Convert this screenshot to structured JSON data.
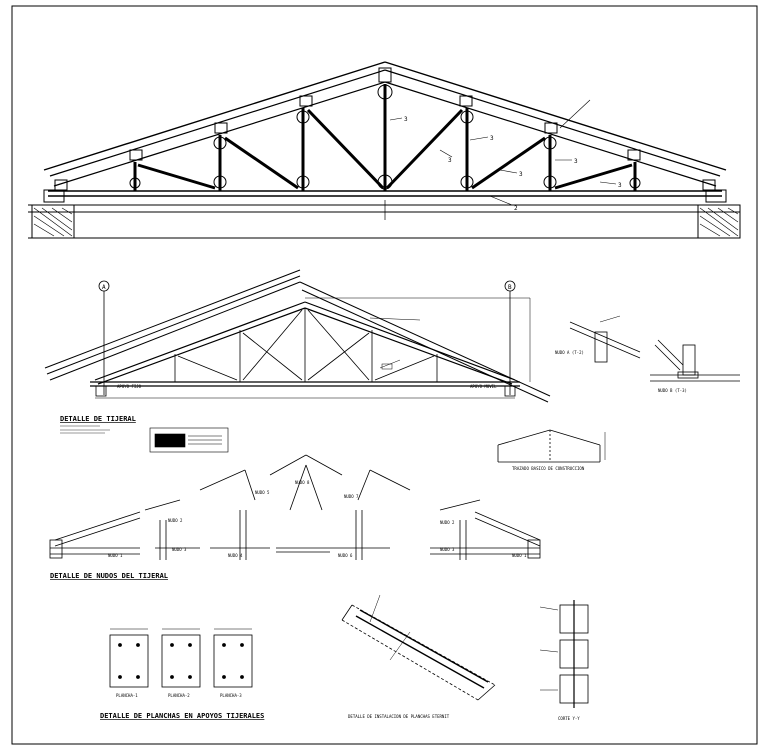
{
  "labels": {
    "member_2": "2",
    "member_3": "3",
    "grid_a": "A",
    "grid_b": "B",
    "apoyo_fijo": "APOYO FIJO",
    "apoyo_movil": "APOYO MOVIL",
    "nudo_a": "NUDO A (T-2)",
    "nudo_b": "NUDO B (T-3)",
    "nudo_1": "NUDO 1",
    "nudo_2": "NUDO 2",
    "nudo_3": "NUDO 3",
    "nudo_4": "NUDO 4",
    "nudo_5": "NUDO 5",
    "nudo_6": "NUDO 6",
    "nudo_7": "NUDO 7",
    "nudo_8": "NUDO 8",
    "plancha_1": "PLANCHA-1",
    "plancha_2": "PLANCHA-2",
    "plancha_3": "PLANCHA-3"
  },
  "titles": {
    "tijeral": "DETALLE DE TIJERAL",
    "nudos": "DETALLE DE NUDOS DEL TIJERAL",
    "planchas_apoyos": "DETALLE DE PLANCHAS EN APOYOS TIJERALES",
    "instalacion": "DETALLE DE INSTALACION DE PLANCHAS ETERNIT",
    "corte": "CORTE Y-Y",
    "trazado": "TRAZADO BASICO DE CONSTRUCCION"
  }
}
